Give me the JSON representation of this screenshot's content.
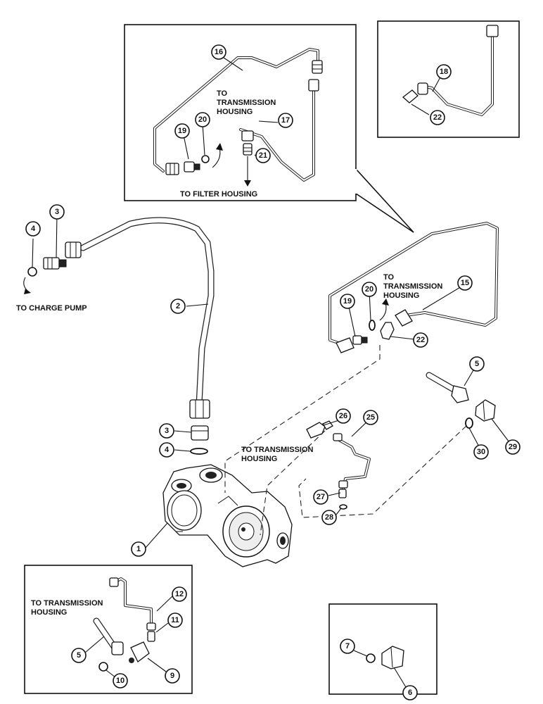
{
  "labels": {
    "to_transmission_housing_1": "TO\nTRANSMISSION\nHOUSING",
    "to_filter_housing": "TO FILTER HOUSING",
    "to_charge_pump": "TO CHARGE PUMP",
    "to_transmission_housing_2": "TO\nTRANSMISSION\nHOUSING",
    "to_transmission_housing_3": "TO TRANSMISSION\nHOUSING",
    "to_transmission_housing_4": "TO TRANSMISSION\nHOUSING"
  },
  "callouts": {
    "c16": "16",
    "c17": "17",
    "c19a": "19",
    "c20a": "20",
    "c21": "21",
    "c18": "18",
    "c22a": "22",
    "c4a": "4",
    "c3a": "3",
    "c2": "2",
    "c19b": "19",
    "c20b": "20",
    "c15": "15",
    "c22b": "22",
    "c5a": "5",
    "c26": "26",
    "c25": "25",
    "c29": "29",
    "c30": "30",
    "c3b": "3",
    "c4b": "4",
    "c27": "27",
    "c28": "28",
    "c1": "1",
    "c12": "12",
    "c11": "11",
    "c5b": "5",
    "c9": "9",
    "c10": "10",
    "c7": "7",
    "c6": "6"
  }
}
